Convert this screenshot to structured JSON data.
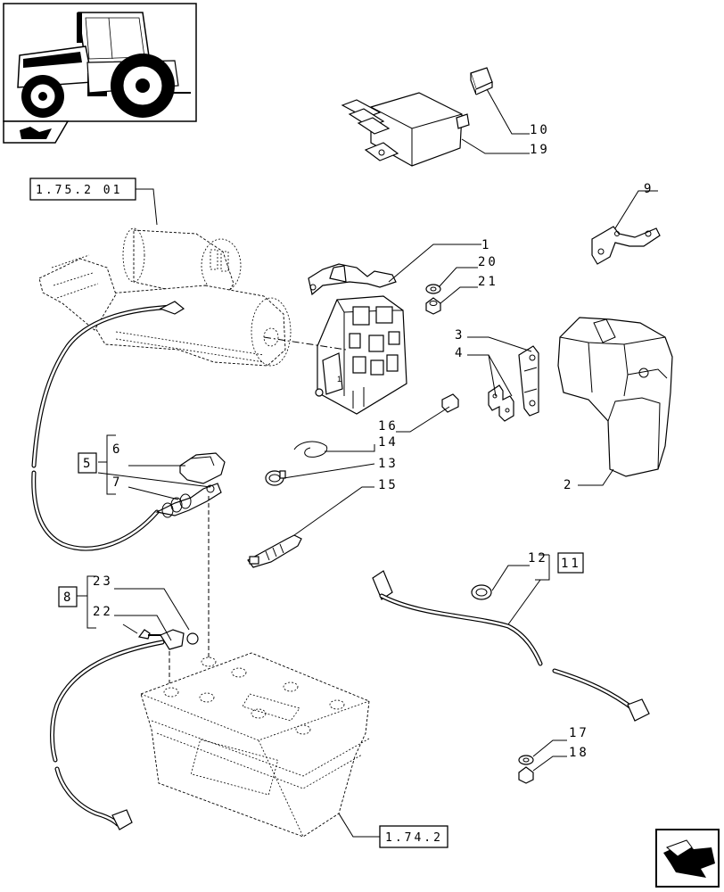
{
  "references": {
    "starter": "1.75.2 01",
    "battery": "1.74.2"
  },
  "callouts": {
    "c1": "1",
    "c2": "2",
    "c3": "3",
    "c4": "4",
    "c5": "5",
    "c6": "6",
    "c7": "7",
    "c8": "8",
    "c9": "9",
    "c10": "10",
    "c11": "11",
    "c12": "12",
    "c13": "13",
    "c14": "14",
    "c15": "15",
    "c16": "16",
    "c17": "17",
    "c18": "18",
    "c19": "19",
    "c20": "20",
    "c21": "21",
    "c22": "22",
    "c23": "23"
  },
  "icons": {
    "thumbnail": "tractor-thumbnail-icon",
    "book": "manual-book-icon",
    "next": "next-page-arrow-icon"
  }
}
